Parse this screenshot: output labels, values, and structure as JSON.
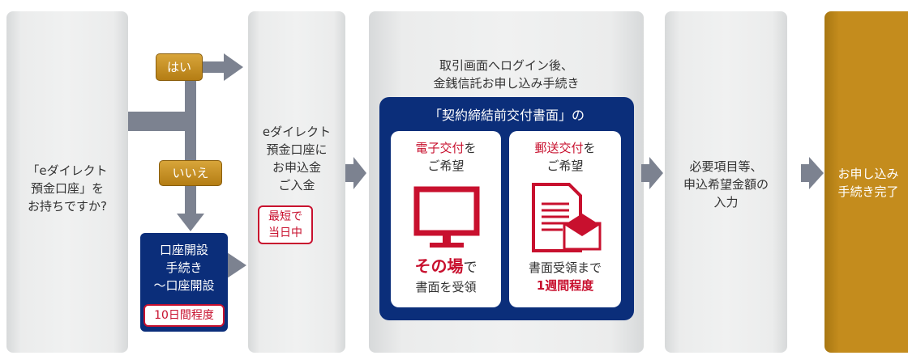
{
  "step1": {
    "line1": "「eダイレクト",
    "line2": "預金口座」を",
    "line3": "お持ちですか?"
  },
  "branch": {
    "yes": "はい",
    "no": "いいえ"
  },
  "open_account": {
    "line1": "口座開設",
    "line2": "手続き",
    "line3": "〜口座開設",
    "period": "10日間程度"
  },
  "step2": {
    "line1": "eダイレクト",
    "line2": "預金口座に",
    "line3": "お申込金",
    "line4": "ご入金",
    "badge1": "最短で",
    "badge2": "当日中"
  },
  "step3": {
    "line1": "取引画面へログイン後、",
    "line2": "金銭信託お申し込み手続き",
    "panel_title": "「契約締結前交付書面」の",
    "electronic": {
      "title_red": "電子交付",
      "title_rest": "を",
      "title2": "ご希望",
      "note_red": "その場",
      "note_rest": "で",
      "note2": "書面を受領"
    },
    "postal": {
      "title_red": "郵送交付",
      "title_rest": "を",
      "title2": "ご希望",
      "note1": "書面受領まで",
      "note2": "1週間程度"
    }
  },
  "step4": {
    "line1": "必要項目等、",
    "line2": "申込希望金額の",
    "line3": "入力"
  },
  "step5": {
    "line1": "お申し込み",
    "line2": "手続き完了"
  },
  "colors": {
    "gold": "#c48c1d",
    "navy": "#0b2e7a",
    "red": "#c8102e",
    "arrow": "#7c8290"
  }
}
